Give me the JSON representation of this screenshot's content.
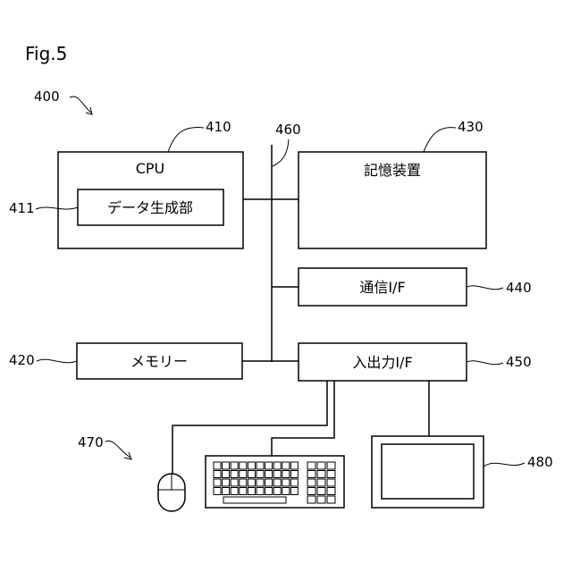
{
  "figure_label": "Fig.5",
  "refs": {
    "system": "400",
    "cpu": "410",
    "data_gen": "411",
    "memory": "420",
    "storage": "430",
    "comm_if": "440",
    "io_if": "450",
    "bus": "460",
    "input_devices": "470",
    "display": "480"
  },
  "labels": {
    "cpu": "CPU",
    "data_gen": "データ生成部",
    "storage": "記憶装置",
    "comm_if": "通信I/F",
    "memory": "メモリー",
    "io_if": "入出力I/F"
  }
}
